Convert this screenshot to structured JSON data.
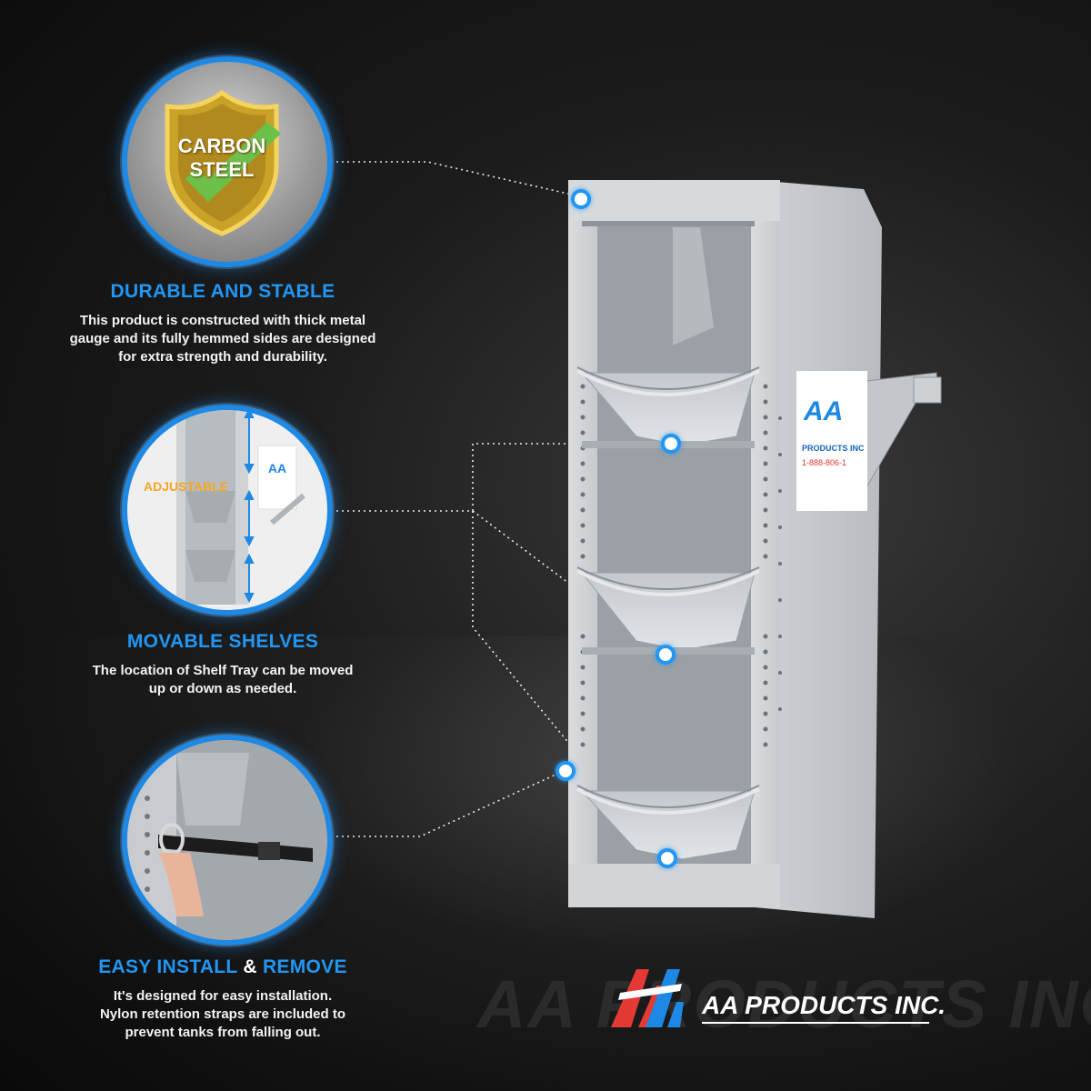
{
  "features": [
    {
      "title": "DURABLE AND STABLE",
      "desc": [
        "This product is constructed with thick metal",
        "gauge and its fully hemmed sides are designed",
        "for extra strength and durability."
      ],
      "badge": [
        "CARBON",
        "STEEL"
      ]
    },
    {
      "title": "MOVABLE SHELVES",
      "desc": [
        "The location of Shelf Tray can be moved",
        "up or down as needed."
      ],
      "callout": "ADJUSTABLE"
    },
    {
      "title_part1": "EASY INSTALL",
      "title_amp": "&",
      "title_part2": "REMOVE",
      "desc": [
        "It's designed for easy installation.",
        "Nylon retention straps are included to",
        "prevent tanks from falling out."
      ]
    }
  ],
  "product_label": {
    "logo": "AA",
    "name": "PRODUCTS INC",
    "phone": "1-888-806-1"
  },
  "brand": {
    "name": "AA PRODUCTS INC.",
    "watermark": "AA PRODUCTS INC."
  },
  "colors": {
    "accent_blue": "#2196f3",
    "brand_red": "#e53935",
    "brand_blue": "#1e88e5",
    "badge_gold": "#c9a227",
    "check_green": "#6cc04a",
    "adjustable_orange": "#f5a623"
  },
  "icons": [
    "shield-badge-icon",
    "checkmark-icon",
    "aa-logo-icon",
    "up-down-arrow-icon"
  ]
}
